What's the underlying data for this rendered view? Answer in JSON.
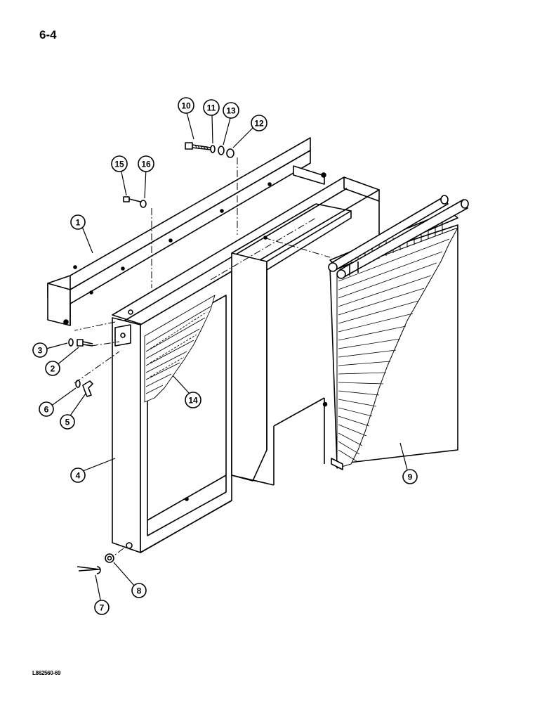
{
  "page": {
    "page_number": "6-4",
    "figure_code": "L862560-69"
  },
  "callouts": [
    {
      "id": "1"
    },
    {
      "id": "2"
    },
    {
      "id": "3"
    },
    {
      "id": "4"
    },
    {
      "id": "5"
    },
    {
      "id": "6"
    },
    {
      "id": "7"
    },
    {
      "id": "8"
    },
    {
      "id": "9"
    },
    {
      "id": "10"
    },
    {
      "id": "11"
    },
    {
      "id": "12"
    },
    {
      "id": "13"
    },
    {
      "id": "14"
    },
    {
      "id": "15"
    },
    {
      "id": "16"
    }
  ],
  "colors": {
    "ink": "#000000",
    "paper": "#ffffff"
  }
}
